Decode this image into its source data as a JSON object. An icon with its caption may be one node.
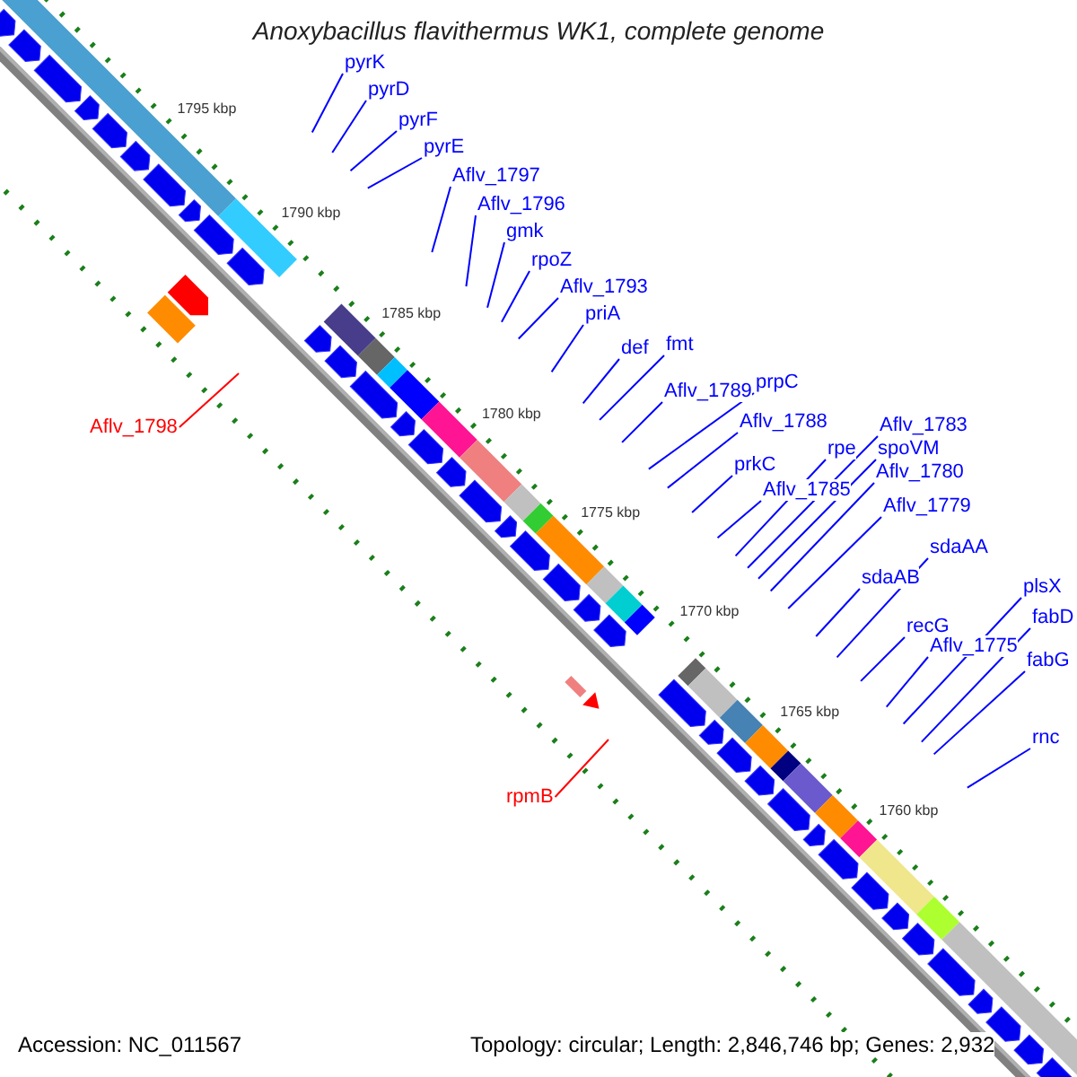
{
  "diagram": {
    "title": "Anoxybacillus flavithermus WK1, complete genome",
    "nodes": [
      {
        "text": [
          "pyrK"
        ]
      },
      {
        "text": [
          "pyrD"
        ]
      },
      {
        "text": [
          "pyrF"
        ]
      },
      {
        "text": [
          "pyrE"
        ]
      },
      {
        "text": [
          "Aflv_1797"
        ]
      },
      {
        "text": [
          "Aflv_1796"
        ]
      },
      {
        "text": [
          "gmk"
        ]
      },
      {
        "text": [
          "rpoZ"
        ]
      },
      {
        "text": [
          "Aflv_1793"
        ]
      },
      {
        "text": [
          "priA"
        ]
      },
      {
        "text": [
          "def"
        ]
      },
      {
        "text": [
          "fmt"
        ]
      },
      {
        "text": [
          "Aflv_1789"
        ]
      },
      {
        "text": [
          "prpC"
        ]
      },
      {
        "text": [
          "Aflv_1788"
        ]
      },
      {
        "text": [
          "prkC"
        ]
      },
      {
        "text": [
          "Aflv_1785"
        ]
      },
      {
        "text": [
          "rpe"
        ]
      },
      {
        "text": [
          "Aflv_1783"
        ]
      },
      {
        "text": [
          "spoVM"
        ]
      },
      {
        "text": [
          "Aflv_1780"
        ]
      },
      {
        "text": [
          "Aflv_1779"
        ]
      },
      {
        "text": [
          "sdaAA"
        ]
      },
      {
        "text": [
          "sdaAB"
        ]
      },
      {
        "text": [
          "recG"
        ]
      },
      {
        "text": [
          "Aflv_1775"
        ]
      },
      {
        "text": [
          "plsX"
        ]
      },
      {
        "text": [
          "fabD"
        ]
      },
      {
        "text": [
          "fabG"
        ]
      },
      {
        "text": [
          "rnc"
        ]
      },
      {
        "text": [
          "Aflv_1798"
        ]
      },
      {
        "text": [
          "rpmB"
        ]
      }
    ],
    "edges": [
      {
        "from": 0,
        "to": null,
        "arrow": "none"
      },
      {
        "from": 1,
        "to": null,
        "arrow": "none"
      },
      {
        "from": 2,
        "to": null,
        "arrow": "none"
      },
      {
        "from": 3,
        "to": null,
        "arrow": "none"
      },
      {
        "from": 4,
        "to": null,
        "arrow": "none"
      },
      {
        "from": 5,
        "to": null,
        "arrow": "none"
      },
      {
        "from": 6,
        "to": null,
        "arrow": "none"
      },
      {
        "from": 7,
        "to": null,
        "arrow": "none"
      },
      {
        "from": 8,
        "to": null,
        "arrow": "none"
      },
      {
        "from": 9,
        "to": null,
        "arrow": "none"
      },
      {
        "from": 10,
        "to": null,
        "arrow": "none"
      },
      {
        "from": 11,
        "to": null,
        "arrow": "none"
      },
      {
        "from": 12,
        "to": null,
        "arrow": "none"
      },
      {
        "from": 13,
        "to": null,
        "arrow": "none"
      },
      {
        "from": 14,
        "to": null,
        "arrow": "none"
      },
      {
        "from": 15,
        "to": null,
        "arrow": "none"
      },
      {
        "from": 16,
        "to": null,
        "arrow": "none"
      },
      {
        "from": 17,
        "to": null,
        "arrow": "none"
      },
      {
        "from": 18,
        "to": null,
        "arrow": "none"
      },
      {
        "from": 19,
        "to": null,
        "arrow": "none"
      },
      {
        "from": 20,
        "to": null,
        "arrow": "none"
      },
      {
        "from": 21,
        "to": null,
        "arrow": "none"
      },
      {
        "from": 22,
        "to": null,
        "arrow": "none"
      },
      {
        "from": 23,
        "to": null,
        "arrow": "none"
      },
      {
        "from": 24,
        "to": null,
        "arrow": "none"
      },
      {
        "from": 25,
        "to": null,
        "arrow": "none"
      },
      {
        "from": 26,
        "to": null,
        "arrow": "none"
      },
      {
        "from": 27,
        "to": null,
        "arrow": "none"
      },
      {
        "from": 28,
        "to": null,
        "arrow": "none"
      },
      {
        "from": 29,
        "to": null,
        "arrow": "none"
      },
      {
        "from": 30,
        "to": null,
        "arrow": "none",
        "color": "#ff0000"
      },
      {
        "from": 31,
        "to": null,
        "arrow": "none",
        "color": "#ff0000"
      }
    ],
    "labels": [
      "1795 kbp",
      "1790 kbp",
      "1785 kbp",
      "1780 kbp",
      "1775 kbp",
      "1770 kbp",
      "1765 kbp",
      "1760 kbp",
      "Accession: NC_011567",
      "Topology: circular; Length: 2,846,746 bp; Genes: 2,932"
    ]
  }
}
